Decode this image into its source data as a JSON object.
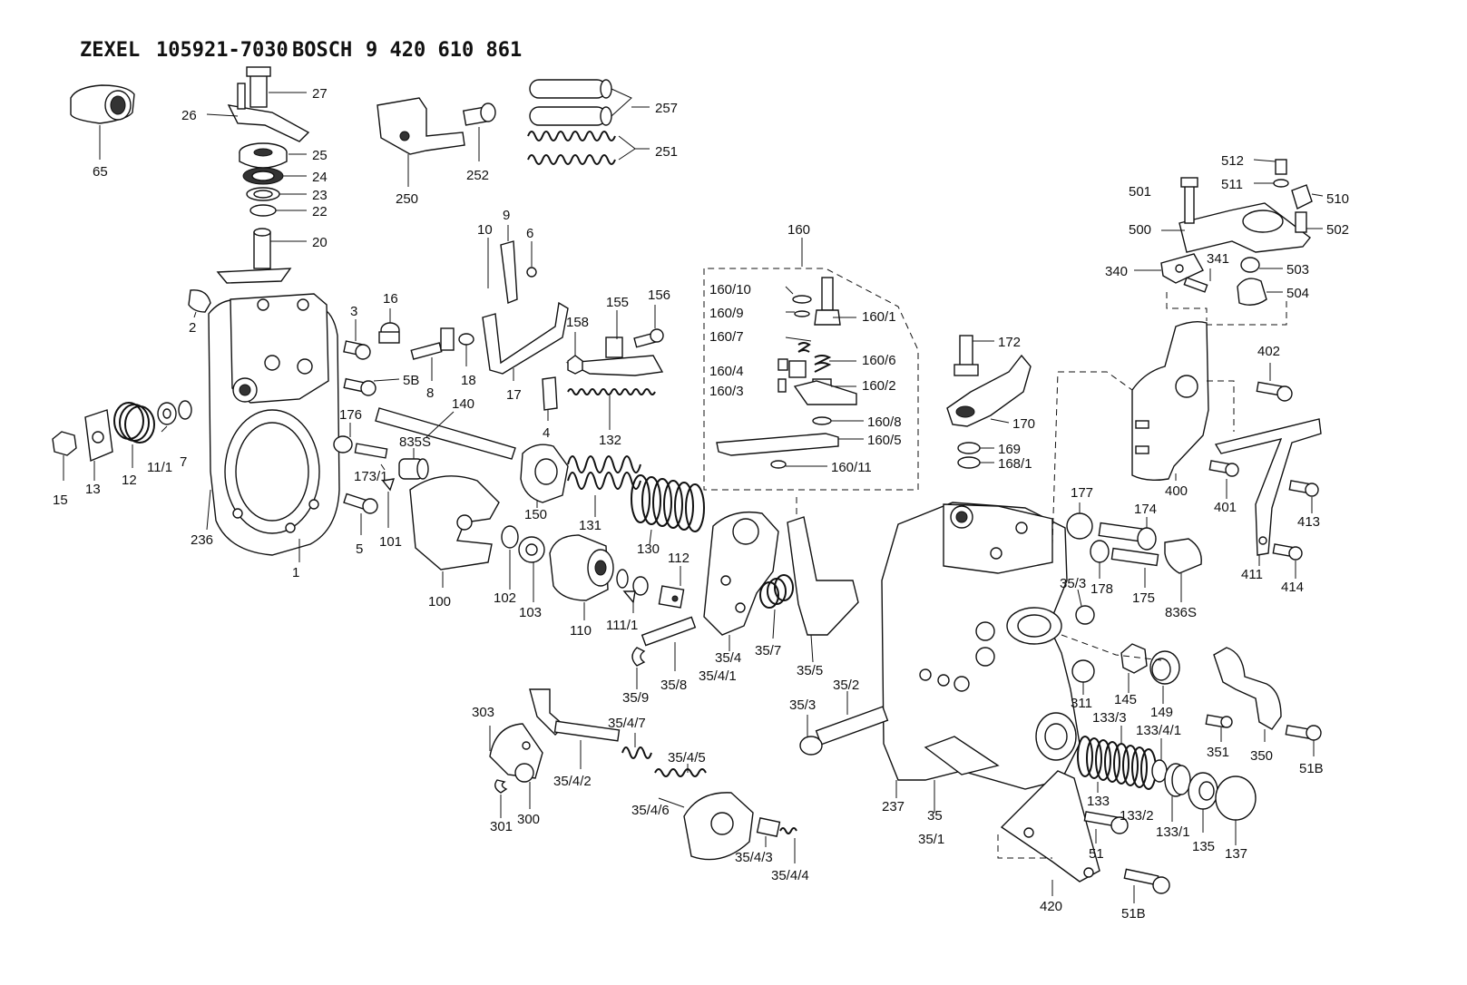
{
  "header": {
    "brand1": "ZEXEL",
    "part_no1": "105921-7030",
    "brand2": "BOSCH",
    "part_no2": "9 420 610 861"
  },
  "labels": [
    {
      "id": "65",
      "text": "65"
    },
    {
      "id": "27",
      "text": "27"
    },
    {
      "id": "26",
      "text": "26"
    },
    {
      "id": "25",
      "text": "25"
    },
    {
      "id": "24",
      "text": "24"
    },
    {
      "id": "23",
      "text": "23"
    },
    {
      "id": "22",
      "text": "22"
    },
    {
      "id": "20",
      "text": "20"
    },
    {
      "id": "257",
      "text": "257"
    },
    {
      "id": "251",
      "text": "251"
    },
    {
      "id": "252",
      "text": "252"
    },
    {
      "id": "250",
      "text": "250"
    },
    {
      "id": "10",
      "text": "10"
    },
    {
      "id": "9",
      "text": "9"
    },
    {
      "id": "6",
      "text": "6"
    },
    {
      "id": "160",
      "text": "160"
    },
    {
      "id": "160_10",
      "text": "160/10"
    },
    {
      "id": "160_9",
      "text": "160/9"
    },
    {
      "id": "160_1",
      "text": "160/1"
    },
    {
      "id": "160_7",
      "text": "160/7"
    },
    {
      "id": "160_6",
      "text": "160/6"
    },
    {
      "id": "160_4",
      "text": "160/4"
    },
    {
      "id": "160_3",
      "text": "160/3"
    },
    {
      "id": "160_2",
      "text": "160/2"
    },
    {
      "id": "160_8",
      "text": "160/8"
    },
    {
      "id": "160_5",
      "text": "160/5"
    },
    {
      "id": "160_11",
      "text": "160/11"
    },
    {
      "id": "2",
      "text": "2"
    },
    {
      "id": "3",
      "text": "3"
    },
    {
      "id": "16",
      "text": "16"
    },
    {
      "id": "5B_a",
      "text": "5B"
    },
    {
      "id": "8",
      "text": "8"
    },
    {
      "id": "18",
      "text": "18"
    },
    {
      "id": "17",
      "text": "17"
    },
    {
      "id": "158",
      "text": "158"
    },
    {
      "id": "155",
      "text": "155"
    },
    {
      "id": "156",
      "text": "156"
    },
    {
      "id": "4",
      "text": "4"
    },
    {
      "id": "132",
      "text": "132"
    },
    {
      "id": "140",
      "text": "140"
    },
    {
      "id": "176",
      "text": "176"
    },
    {
      "id": "835S",
      "text": "835S"
    },
    {
      "id": "173_1",
      "text": "173/1"
    },
    {
      "id": "15",
      "text": "15"
    },
    {
      "id": "13",
      "text": "13"
    },
    {
      "id": "12",
      "text": "12"
    },
    {
      "id": "11_1",
      "text": "11/1"
    },
    {
      "id": "7",
      "text": "7"
    },
    {
      "id": "236",
      "text": "236"
    },
    {
      "id": "1",
      "text": "1"
    },
    {
      "id": "5",
      "text": "5"
    },
    {
      "id": "101",
      "text": "101"
    },
    {
      "id": "100",
      "text": "100"
    },
    {
      "id": "102",
      "text": "102"
    },
    {
      "id": "103",
      "text": "103"
    },
    {
      "id": "150",
      "text": "150"
    },
    {
      "id": "131",
      "text": "131"
    },
    {
      "id": "130",
      "text": "130"
    },
    {
      "id": "110",
      "text": "110"
    },
    {
      "id": "111_1",
      "text": "111/1"
    },
    {
      "id": "112",
      "text": "112"
    },
    {
      "id": "35_9",
      "text": "35/9"
    },
    {
      "id": "35_8",
      "text": "35/8"
    },
    {
      "id": "35_4",
      "text": "35/4"
    },
    {
      "id": "35_4_1",
      "text": "35/4/1"
    },
    {
      "id": "35_7",
      "text": "35/7"
    },
    {
      "id": "35_5",
      "text": "35/5"
    },
    {
      "id": "172",
      "text": "172"
    },
    {
      "id": "170",
      "text": "170"
    },
    {
      "id": "169",
      "text": "169"
    },
    {
      "id": "168_1",
      "text": "168/1"
    },
    {
      "id": "501",
      "text": "501"
    },
    {
      "id": "512",
      "text": "512"
    },
    {
      "id": "511",
      "text": "511"
    },
    {
      "id": "510",
      "text": "510"
    },
    {
      "id": "500",
      "text": "500"
    },
    {
      "id": "502",
      "text": "502"
    },
    {
      "id": "340",
      "text": "340"
    },
    {
      "id": "341",
      "text": "341"
    },
    {
      "id": "503",
      "text": "503"
    },
    {
      "id": "504",
      "text": "504"
    },
    {
      "id": "402",
      "text": "402"
    },
    {
      "id": "400",
      "text": "400"
    },
    {
      "id": "401",
      "text": "401"
    },
    {
      "id": "413",
      "text": "413"
    },
    {
      "id": "411",
      "text": "411"
    },
    {
      "id": "414",
      "text": "414"
    },
    {
      "id": "177",
      "text": "177"
    },
    {
      "id": "174",
      "text": "174"
    },
    {
      "id": "178",
      "text": "178"
    },
    {
      "id": "175",
      "text": "175"
    },
    {
      "id": "836S",
      "text": "836S"
    },
    {
      "id": "35_3a",
      "text": "35/3"
    },
    {
      "id": "311",
      "text": "311"
    },
    {
      "id": "145",
      "text": "145"
    },
    {
      "id": "149",
      "text": "149"
    },
    {
      "id": "35_2",
      "text": "35/2"
    },
    {
      "id": "35_3b",
      "text": "35/3"
    },
    {
      "id": "133_3",
      "text": "133/3"
    },
    {
      "id": "133_4_1",
      "text": "133/4/1"
    },
    {
      "id": "133",
      "text": "133"
    },
    {
      "id": "133_2",
      "text": "133/2"
    },
    {
      "id": "133_1",
      "text": "133/1"
    },
    {
      "id": "135",
      "text": "135"
    },
    {
      "id": "137",
      "text": "137"
    },
    {
      "id": "237",
      "text": "237"
    },
    {
      "id": "35",
      "text": "35"
    },
    {
      "id": "35_1",
      "text": "35/1"
    },
    {
      "id": "51",
      "text": "51"
    },
    {
      "id": "51B_a",
      "text": "51B"
    },
    {
      "id": "420",
      "text": "420"
    },
    {
      "id": "351",
      "text": "351"
    },
    {
      "id": "350",
      "text": "350"
    },
    {
      "id": "51B_b",
      "text": "51B"
    },
    {
      "id": "303",
      "text": "303"
    },
    {
      "id": "35_4_7",
      "text": "35/4/7"
    },
    {
      "id": "35_4_5",
      "text": "35/4/5"
    },
    {
      "id": "35_4_2",
      "text": "35/4/2"
    },
    {
      "id": "35_4_6",
      "text": "35/4/6"
    },
    {
      "id": "301",
      "text": "301"
    },
    {
      "id": "300",
      "text": "300"
    },
    {
      "id": "35_4_3",
      "text": "35/4/3"
    },
    {
      "id": "35_4_4",
      "text": "35/4/4"
    }
  ]
}
